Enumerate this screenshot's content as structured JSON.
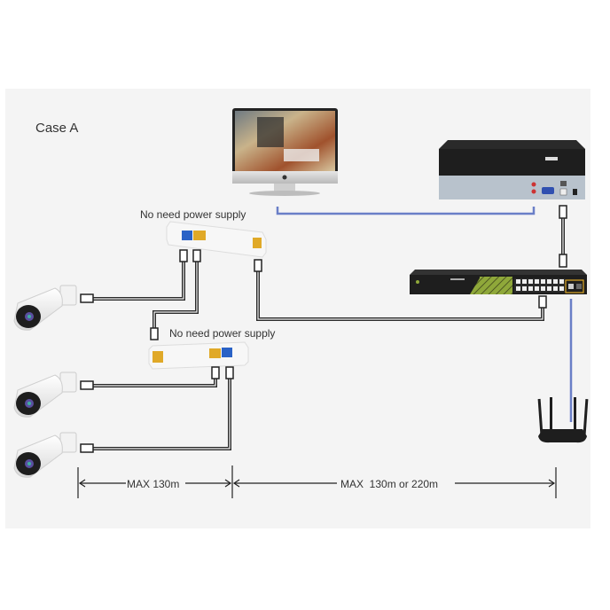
{
  "diagram": {
    "case_title": "Case A",
    "splitter_top": {
      "label": "No need power supply"
    },
    "splitter_bottom": {
      "label": "No need power supply"
    },
    "measurements": [
      {
        "label": "MAX 130m"
      },
      {
        "label": "MAX  130m or 220m"
      }
    ],
    "devices": {
      "monitor": "monitor",
      "nvr": "nvr-recorder",
      "poe_switch": "poe-switch",
      "router": "wifi-router",
      "cameras": [
        "camera-1",
        "camera-2",
        "camera-3"
      ]
    },
    "colors": {
      "panel_bg": "#f4f4f4",
      "blue_link": "#6a7fc7",
      "cable": "#2b2b2b",
      "port_yellow": "#e0a928",
      "port_blue": "#2a62c6",
      "switch_green": "#8fa83a",
      "device_black": "#1e1e1e"
    }
  }
}
